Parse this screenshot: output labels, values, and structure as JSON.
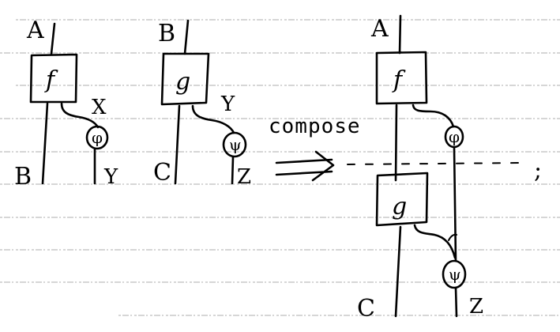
{
  "diagram": {
    "title_hint": "String-diagram composition of morphisms with side channels",
    "left": {
      "f_block": {
        "label": "f",
        "input_wire": "A",
        "output_wire": "B",
        "side_wire": "X",
        "side_node": {
          "label": "φ",
          "output": "Y"
        }
      },
      "g_block": {
        "label": "g",
        "input_wire": "B",
        "output_wire": "C",
        "side_wire": "Y",
        "side_node": {
          "label": "ψ",
          "output": "Z"
        }
      }
    },
    "arrow": {
      "label": "compose",
      "symbol": "⟹"
    },
    "right": {
      "input_wire": "A",
      "f_label": "f",
      "g_label": "g",
      "phi_label": "φ",
      "psi_label": "ψ",
      "output_wire_main": "C",
      "output_wire_side": "Z",
      "separator_terminator": ";"
    },
    "colors": {
      "ink": "#000000",
      "paper": "#ffffff",
      "rule_lines": "#9a9a9a"
    }
  }
}
